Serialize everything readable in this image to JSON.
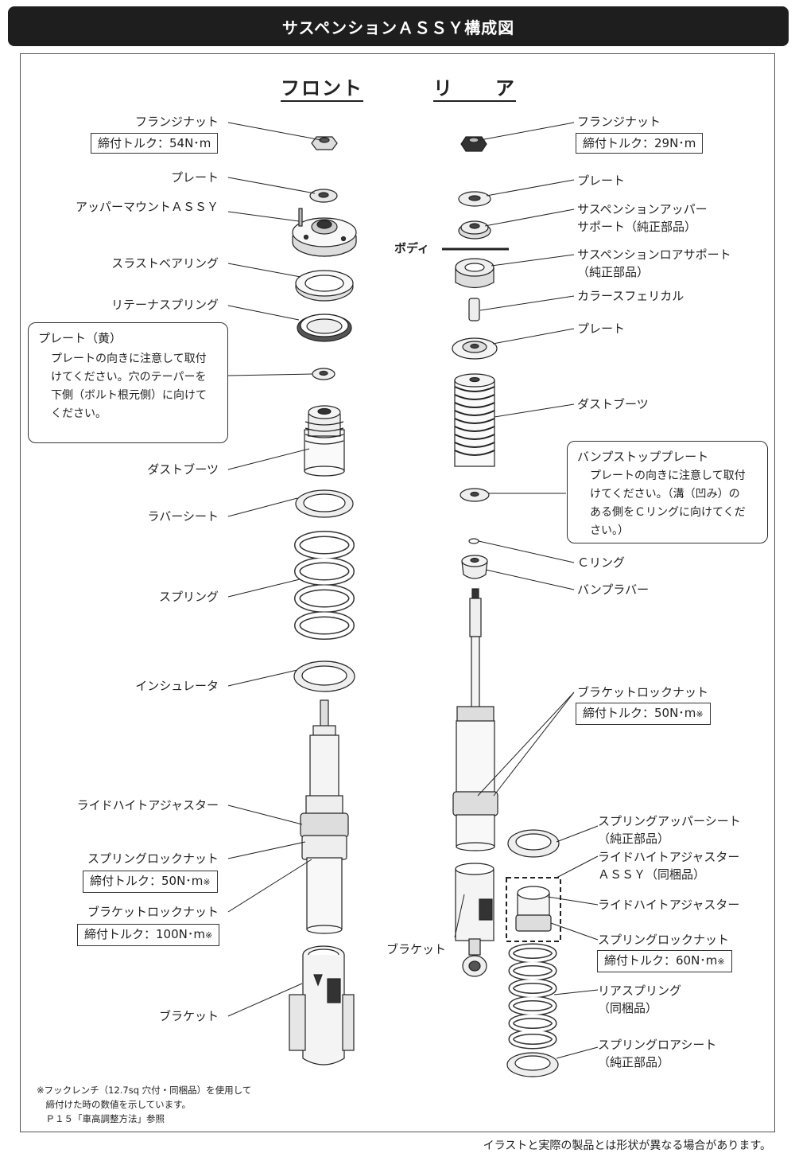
{
  "title": "サスペンションＡＳＳＹ構成図",
  "headers": {
    "front": "フロント",
    "rear": "リ　　ア"
  },
  "body_label": "ボディ",
  "front": {
    "flange_nut": "フランジナット",
    "flange_nut_torque": "締付トルク：54N･m",
    "plate": "プレート",
    "upper_mount": "アッパーマウントＡＳＳＹ",
    "thrust_bearing": "スラストベアリング",
    "retainer_spring": "リテーナスプリング",
    "dust_boots": "ダストブーツ",
    "rubber_seat": "ラバーシート",
    "spring": "スプリング",
    "insulator": "インシュレータ",
    "ride_height_adjuster": "ライドハイトアジャスター",
    "spring_lock_nut": "スプリングロックナット",
    "spring_lock_nut_torque": "締付トルク：50N･m",
    "bracket_lock_nut": "ブラケットロックナット",
    "bracket_lock_nut_torque": "締付トルク：100N･m",
    "bracket": "ブラケット",
    "yellow_plate_note": {
      "title": "プレート（黄）",
      "body": "プレートの向きに注意して取付\nけてください。穴のテーパーを\n下側（ボルト根元側）に向けて\nください。"
    }
  },
  "rear": {
    "flange_nut": "フランジナット",
    "flange_nut_torque": "締付トルク：29N･m",
    "plate_top": "プレート",
    "upper_support": "サスペンションアッパー\nサポート（純正部品）",
    "lower_support": "サスペンションロアサポート\n（純正部品）",
    "collar": "カラースフェリカル",
    "plate_mid": "プレート",
    "dust_boots": "ダストブーツ",
    "c_ring": "Ｃリング",
    "bump_rubber": "バンプラバー",
    "bracket_lock_nut": "ブラケットロックナット",
    "bracket_lock_nut_torque": "締付トルク：50N･m",
    "bracket": "ブラケット",
    "spring_upper_seat": "スプリングアッパーシート\n（純正部品）",
    "ride_height_adjuster_assy": "ライドハイトアジャスター\nＡＳＳＹ（同梱品）",
    "ride_height_adjuster": "ライドハイトアジャスター",
    "spring_lock_nut": "スプリングロックナット",
    "spring_lock_nut_torque": "締付トルク：60N･m",
    "rear_spring": "リアスプリング\n（同梱品）",
    "spring_lower_seat": "スプリングロアシート\n（純正部品）",
    "bump_stop_note": {
      "title": "バンプストッププレート",
      "body": "プレートの向きに注意して取付\nけてください。（溝（凹み）の\nある側をＣリングに向けてくだ\nさい。）"
    }
  },
  "footnote": "※フックレンチ（12.7sq 穴付・同梱品）を使用して\n　締付けた時の数値を示しています。\n　Ｐ１５「車高調整方法」参照",
  "disclaimer": "イラストと実際の製品とは形状が異なる場合があります。",
  "marker": "※"
}
